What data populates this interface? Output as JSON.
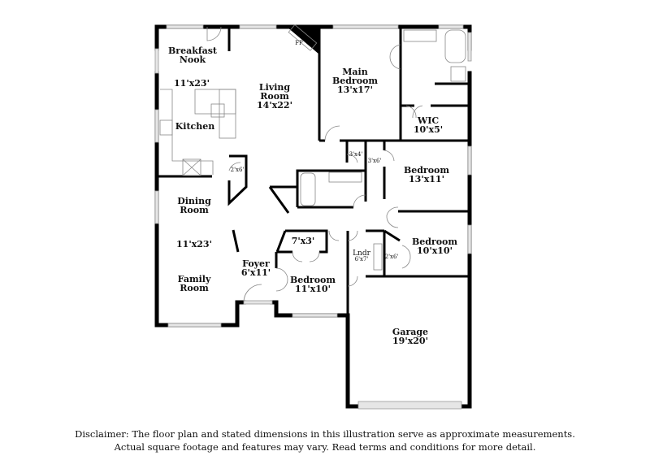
{
  "rooms": {
    "breakfast_nook": {
      "name_1": "Breakfast",
      "name_2": "Nook"
    },
    "kitchen": {
      "name": "Kitchen",
      "dims": "11'x23'"
    },
    "living_room": {
      "name_1": "Living",
      "name_2": "Room",
      "dims": "14'x22'"
    },
    "fireplace": {
      "name": "FP"
    },
    "main_bedroom": {
      "name_1": "Main",
      "name_2": "Bedroom",
      "dims": "13'x17'"
    },
    "wic": {
      "name": "WIC",
      "dims": "10'x5'"
    },
    "closet_3x4": {
      "dims": "3'x4'"
    },
    "closet_3x6": {
      "dims": "3'x6'"
    },
    "bedroom_2": {
      "name": "Bedroom",
      "dims": "13'x11'"
    },
    "closet_2x6_a": {
      "dims": "2'x6'"
    },
    "dining_room": {
      "name_1": "Dining",
      "name_2": "Room",
      "dims": "11'x23'"
    },
    "family_room": {
      "name_1": "Family",
      "name_2": "Room"
    },
    "foyer": {
      "name": "Foyer",
      "dims": "6'x11'"
    },
    "closet_7x3": {
      "dims": "7'x3'"
    },
    "bedroom_3": {
      "name": "Bedroom",
      "dims": "11'x10'"
    },
    "laundry": {
      "name": "Lndr",
      "dims": "6'x7'"
    },
    "closet_2x6_b": {
      "dims": "2'x6'"
    },
    "bedroom_4": {
      "name": "Bedroom",
      "dims": "10'x10'"
    },
    "garage": {
      "name": "Garage",
      "dims": "19'x20'"
    }
  },
  "disclaimer": {
    "line_1": "Disclaimer: The floor plan and stated dimensions in this illustration serve as approximate measurements.",
    "line_2": "Actual square footage and features may vary. Read terms and conditions for more detail."
  }
}
